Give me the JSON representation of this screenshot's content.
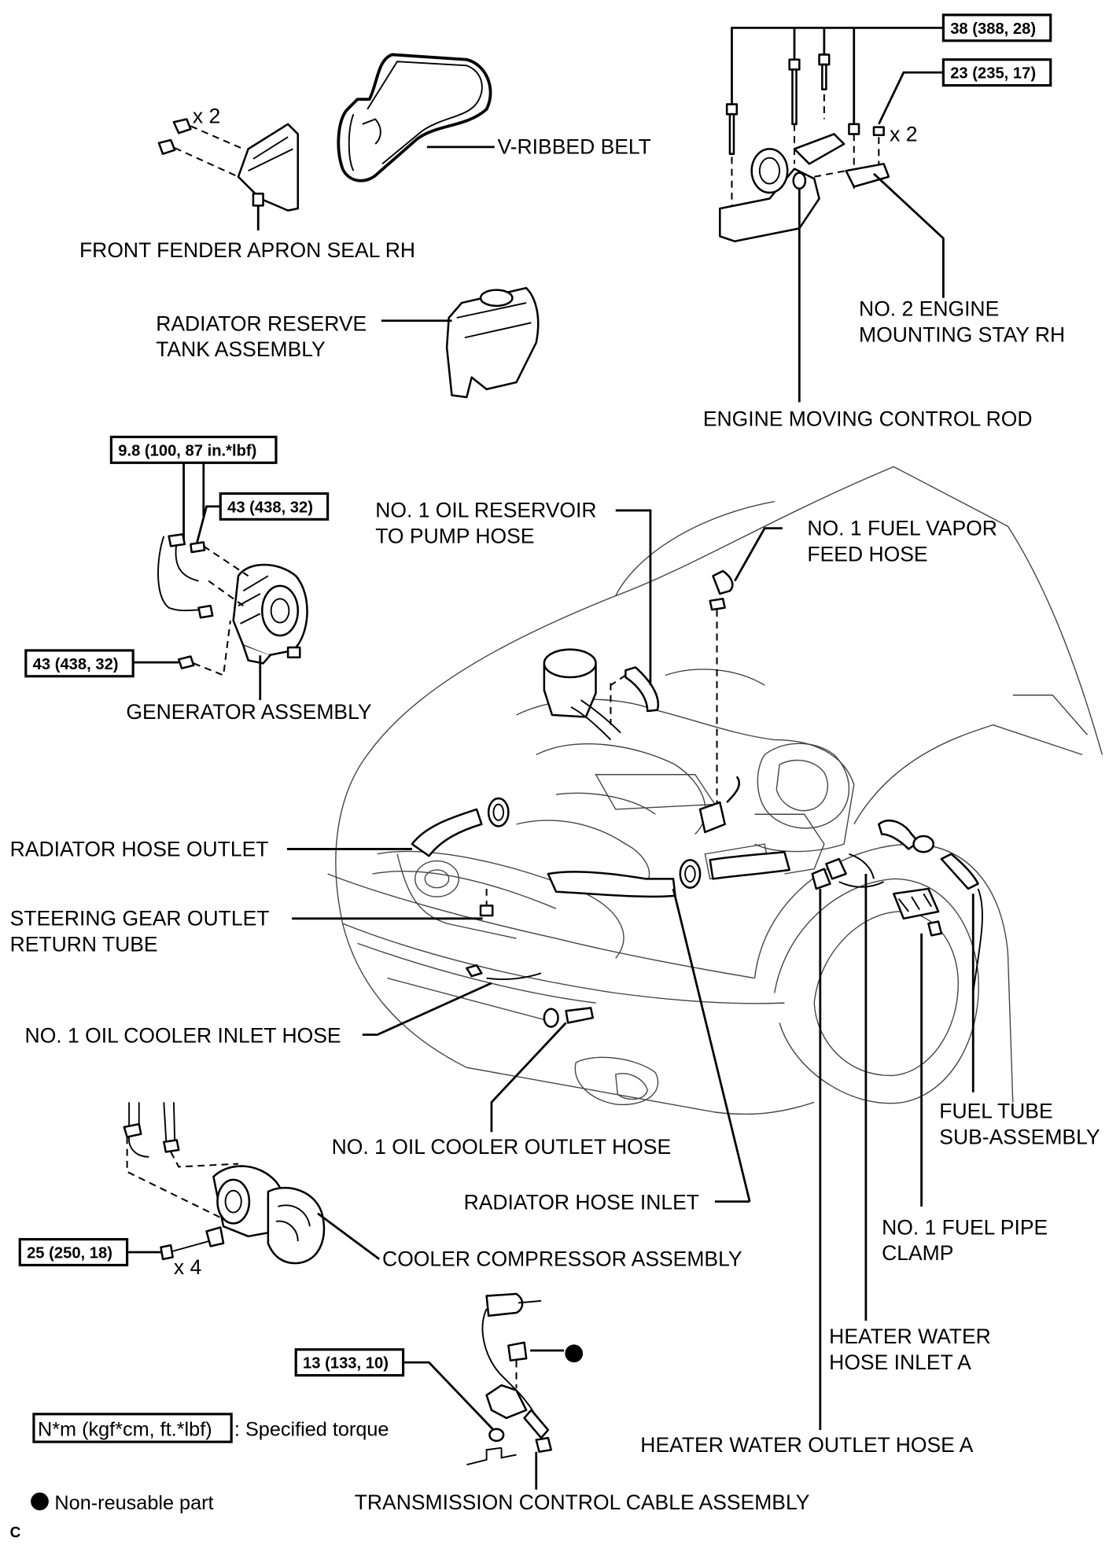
{
  "labels": {
    "x2_apron": "x 2",
    "v_ribbed_belt": "V-RIBBED BELT",
    "front_fender_apron_seal": "FRONT FENDER APRON SEAL RH",
    "radiator_reserve_1": "RADIATOR RESERVE",
    "radiator_reserve_2": "TANK ASSEMBLY",
    "x2_stay": "x 2",
    "no2_stay_1": "NO. 2 ENGINE",
    "no2_stay_2": "MOUNTING STAY RH",
    "engine_rod": "ENGINE MOVING CONTROL ROD",
    "oil_res_1": "NO. 1 OIL RESERVOIR",
    "oil_res_2": "TO PUMP HOSE",
    "fuel_vapor_1": "NO. 1 FUEL VAPOR",
    "fuel_vapor_2": "FEED HOSE",
    "generator": "GENERATOR ASSEMBLY",
    "rad_hose_outlet": "RADIATOR HOSE OUTLET",
    "steering_1": "STEERING GEAR OUTLET",
    "steering_2": "RETURN TUBE",
    "oil_cooler_inlet": "NO. 1 OIL COOLER INLET HOSE",
    "fuel_tube_1": "FUEL TUBE",
    "fuel_tube_2": "SUB-ASSEMBLY",
    "oil_cooler_outlet": "NO. 1 OIL COOLER OUTLET HOSE",
    "rad_hose_inlet": "RADIATOR HOSE INLET",
    "fuel_clamp_1": "NO. 1 FUEL PIPE",
    "fuel_clamp_2": "CLAMP",
    "x4_comp": "x 4",
    "cooler_comp": "COOLER COMPRESSOR ASSEMBLY",
    "heater_inlet_1": "HEATER WATER",
    "heater_inlet_2": "HOSE INLET A",
    "heater_outlet": "HEATER WATER OUTLET HOSE A",
    "trans_cable": "TRANSMISSION CONTROL CABLE ASSEMBLY",
    "legend_torque_text": ": Specified torque",
    "legend_nonreuse": "Non-reusable part",
    "corner_code": "C"
  },
  "torques": {
    "t38": "38 (388, 28)",
    "t23": "23 (235, 17)",
    "t98": "9.8 (100, 87 in.*lbf)",
    "t43a": "43 (438, 32)",
    "t43b": "43 (438, 32)",
    "t25": "25 (250, 18)",
    "t13": "13 (133, 10)",
    "legend_unit": "N*m (kgf*cm, ft.*lbf)"
  }
}
